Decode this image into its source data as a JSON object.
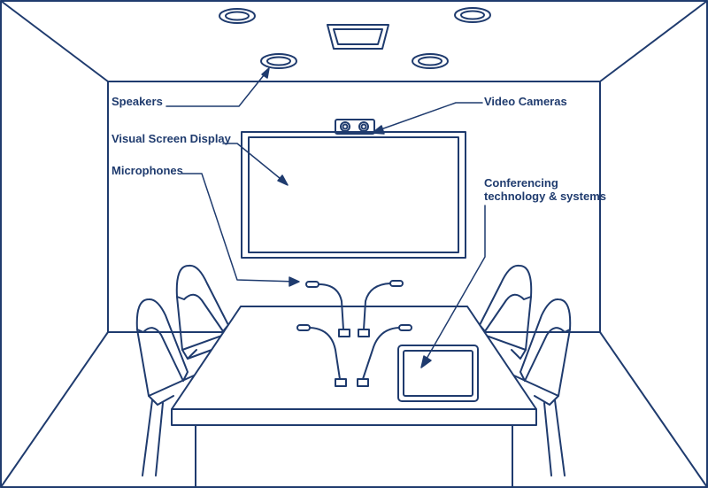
{
  "colors": {
    "line": "#1f3b6e",
    "background": "#ffffff"
  },
  "labels": {
    "speakers": "Speakers",
    "video_cameras": "Video Cameras",
    "visual_screen_display": "Visual Screen Display",
    "microphones": "Microphones",
    "conferencing_line1": "Conferencing",
    "conferencing_line2": "technology & systems"
  }
}
